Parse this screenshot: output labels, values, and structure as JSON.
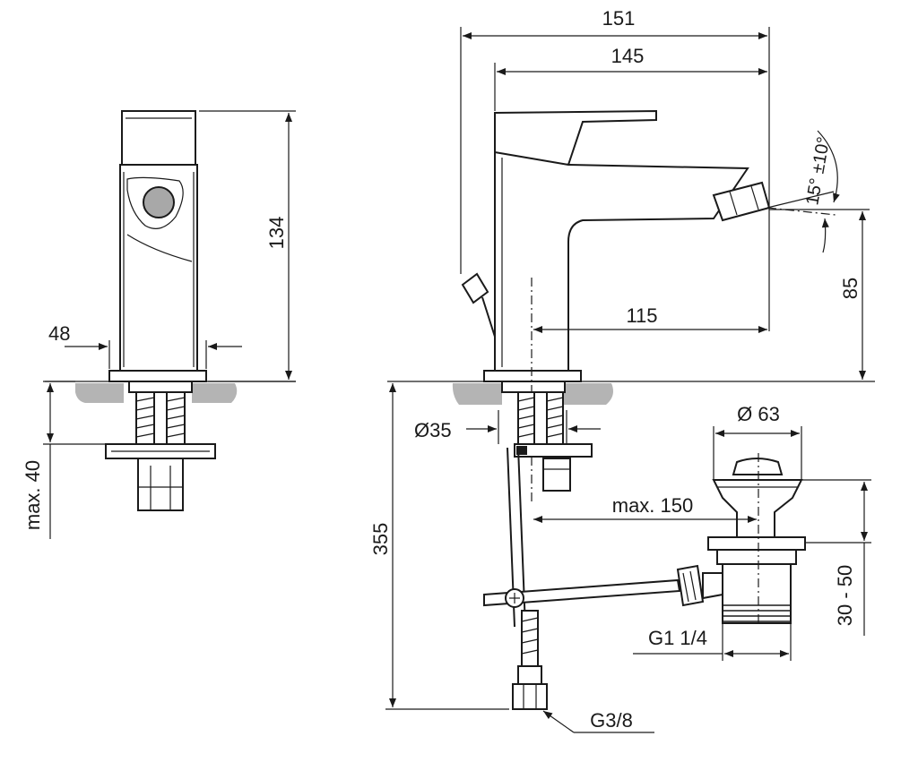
{
  "dimensions": {
    "overall_length": "151",
    "spout_length": "145",
    "height": "134",
    "width": "48",
    "deck_thickness": "max. 40",
    "spout_reach": "115",
    "outlet_height": "85",
    "spray_angle": "15° ±10°",
    "hole_diameter": "Ø35",
    "waste_diameter": "Ø 63",
    "waste_distance": "max. 150",
    "below_deck": "355",
    "waste_adjust": "30 - 50",
    "waste_thread": "G1 1/4",
    "supply_thread": "G3/8"
  }
}
